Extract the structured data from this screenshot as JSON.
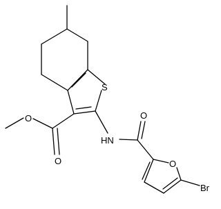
{
  "molecule": {
    "atom_labels": {
      "sulfur": "S",
      "nh": "HN",
      "ester_oxygen": "O",
      "ester_carbonyl_oxygen": "O",
      "amide_oxygen": "O",
      "furan_oxygen": "O",
      "bromine": "Br"
    }
  }
}
